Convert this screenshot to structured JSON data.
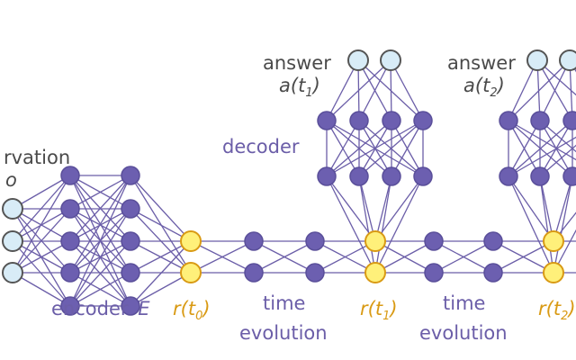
{
  "labels": {
    "observation": "rvation",
    "observation_symbol": "o",
    "encoder": "encoder",
    "encoder_symbol": "E",
    "decoder": "decoder",
    "answer": "answer",
    "answer_symbol": "a",
    "answer_subscripts": [
      "1",
      "2"
    ],
    "time_evolution_line1": "time",
    "time_evolution_line2": "evolution",
    "r_symbol": "r",
    "t_symbol": "t",
    "r_subscripts": [
      "0",
      "1",
      "2"
    ]
  },
  "colors": {
    "edge": "#6b5ea8",
    "hidden_node_fill": "#6c5fb0",
    "hidden_node_stroke": "#5a4f9a",
    "io_node_fill": "#d8ecf7",
    "io_node_stroke": "#555555",
    "latent_node_fill": "#fff07a",
    "latent_node_stroke": "#d99a14",
    "text_dark": "#4a4a4a",
    "text_purple": "#6b5ea8",
    "text_orange": "#d99a14"
  }
}
